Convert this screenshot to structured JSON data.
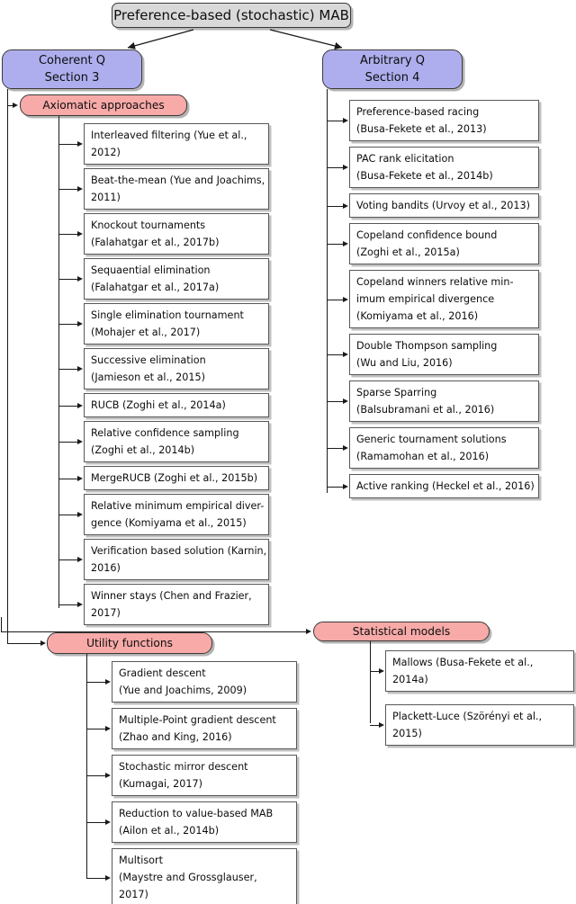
{
  "root": {
    "label": "Preference-based (stochastic) MAB"
  },
  "sections": [
    {
      "id": "coherent",
      "line1": "Coherent Q",
      "line2": "Section 3"
    },
    {
      "id": "arbitrary",
      "line1": "Arbitrary Q",
      "line2": "Section 4"
    }
  ],
  "categories": [
    {
      "id": "axiomatic",
      "label": "Axiomatic approaches"
    },
    {
      "id": "utility",
      "label": "Utility functions"
    },
    {
      "id": "statistical",
      "label": "Statistical models"
    }
  ],
  "axiomatic_items": [
    {
      "lines": [
        "Interleaved filtering (Yue et al.,",
        "2012)"
      ]
    },
    {
      "lines": [
        "Beat-the-mean (Yue and Joachims,",
        "2011)"
      ]
    },
    {
      "lines": [
        "Knockout tournaments",
        "(Falahatgar et al., 2017b)"
      ]
    },
    {
      "lines": [
        "Sequaential elimination",
        "(Falahatgar et al., 2017a)"
      ]
    },
    {
      "lines": [
        "Single elimination tournament",
        "(Mohajer et al., 2017)"
      ]
    },
    {
      "lines": [
        "Successive elimination",
        "(Jamieson et al., 2015)"
      ]
    },
    {
      "lines": [
        "RUCB (Zoghi et al., 2014a)"
      ]
    },
    {
      "lines": [
        "Relative confidence sampling",
        "(Zoghi et al., 2014b)"
      ]
    },
    {
      "lines": [
        "MergeRUCB (Zoghi et al., 2015b)"
      ]
    },
    {
      "lines": [
        "Relative minimum empirical diver-",
        "gence (Komiyama et al., 2015)"
      ]
    },
    {
      "lines": [
        "Verification based solution (Karnin,",
        "2016)"
      ]
    },
    {
      "lines": [
        "Winner stays (Chen and Frazier,",
        "2017)"
      ]
    }
  ],
  "arbitrary_items": [
    {
      "lines": [
        "Preference-based racing",
        "(Busa-Fekete et al., 2013)"
      ]
    },
    {
      "lines": [
        "PAC rank elicitation",
        "(Busa-Fekete et al., 2014b)"
      ]
    },
    {
      "lines": [
        "Voting bandits (Urvoy et al., 2013)"
      ]
    },
    {
      "lines": [
        "Copeland confidence bound",
        "(Zoghi et al., 2015a)"
      ]
    },
    {
      "lines": [
        "Copeland winners relative min-",
        "imum empirical divergence",
        "(Komiyama et al., 2016)"
      ]
    },
    {
      "lines": [
        "Double Thompson sampling",
        "(Wu and Liu, 2016)"
      ]
    },
    {
      "lines": [
        "Sparse Sparring",
        "(Balsubramani et al., 2016)"
      ]
    },
    {
      "lines": [
        "Generic tournament solutions",
        "(Ramamohan et al., 2016)"
      ]
    },
    {
      "lines": [
        "Active ranking (Heckel et al., 2016)"
      ]
    }
  ],
  "utility_items": [
    {
      "lines": [
        "Gradient descent",
        "(Yue and Joachims, 2009)"
      ]
    },
    {
      "lines": [
        "Multiple-Point gradient descent",
        "(Zhao and King, 2016)"
      ]
    },
    {
      "lines": [
        "Stochastic mirror descent",
        "(Kumagai, 2017)"
      ]
    },
    {
      "lines": [
        "Reduction to value-based MAB",
        "(Ailon et al., 2014b)"
      ]
    },
    {
      "lines": [
        "Multisort",
        "(Maystre and Grossglauser,",
        "2017)"
      ]
    }
  ],
  "statistical_items": [
    {
      "lines": [
        "Mallows (Busa-Fekete et al.,",
        "2014a)"
      ]
    },
    {
      "lines": [
        "Plackett-Luce (Szörényi et al.,",
        "2015)"
      ]
    }
  ],
  "colors": {
    "root_fill": "#d9d9d9",
    "section_fill": "#aeaeee",
    "category_fill": "#f7aaa8",
    "leaf_fill": "#ffffff",
    "border": "#3a3a3a",
    "connector": "#1a1a1a"
  }
}
